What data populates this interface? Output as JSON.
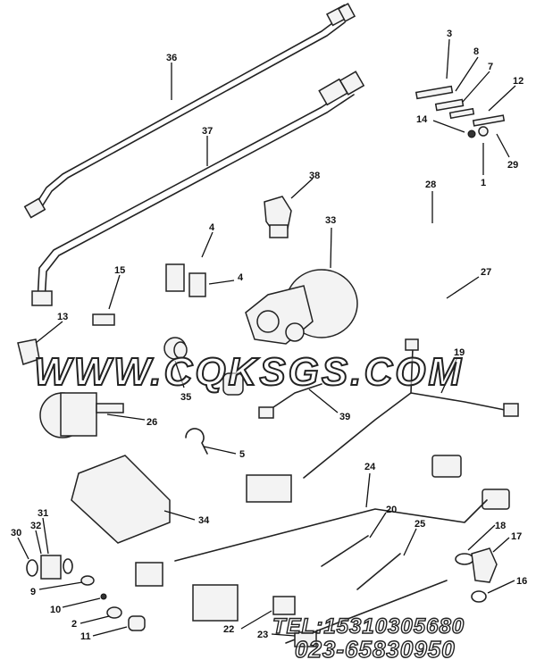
{
  "watermark": {
    "site": "WWW.CQKSGS.COM",
    "tel": "TEL:15310305680",
    "phone": "023-65830950"
  },
  "callouts": [
    "1",
    "2",
    "3",
    "4",
    "4",
    "5",
    "7",
    "8",
    "9",
    "10",
    "11",
    "12",
    "13",
    "14",
    "15",
    "16",
    "17",
    "18",
    "19",
    "20",
    "22",
    "23",
    "24",
    "25",
    "26",
    "27",
    "28",
    "29",
    "30",
    "31",
    "32",
    "33",
    "34",
    "35",
    "36",
    "37",
    "38",
    "39"
  ]
}
